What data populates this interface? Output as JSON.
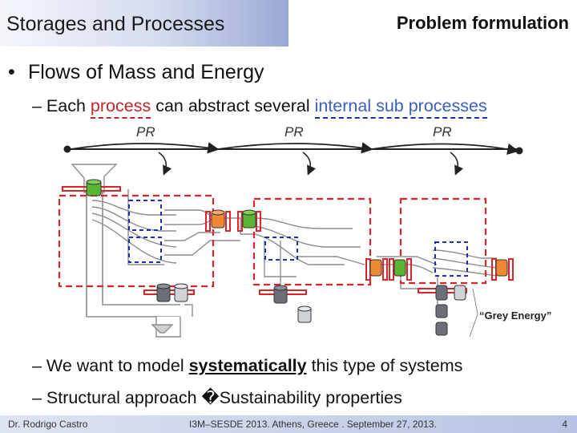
{
  "header": {
    "title": "Storages and Processes",
    "section": "Problem formulation"
  },
  "bullet": {
    "text": "Flows of Mass and Energy"
  },
  "sub1": {
    "prefix": "– Each ",
    "process": "process",
    "middle": " can abstract several ",
    "internal": "internal sub processes"
  },
  "diagram": {
    "pr_labels": [
      "PR",
      "PR",
      "PR"
    ],
    "grey_energy_label": "“Grey Energy”",
    "colors": {
      "red": "#d9262a",
      "blue": "#1d2fb0",
      "green": "#5ab534",
      "orange": "#ee8a35",
      "grey": "#8a9097"
    }
  },
  "sub2": {
    "prefix": "– We want to model ",
    "emphasis": "systematically",
    "suffix": " this type of systems"
  },
  "sub3": {
    "text": "– Structural approach �Sustainability properties"
  },
  "footer": {
    "author": "Dr. Rodrigo Castro",
    "event": "I3M–SESDE 2013. Athens, Greece . September 27, 2013.",
    "page": "4"
  }
}
